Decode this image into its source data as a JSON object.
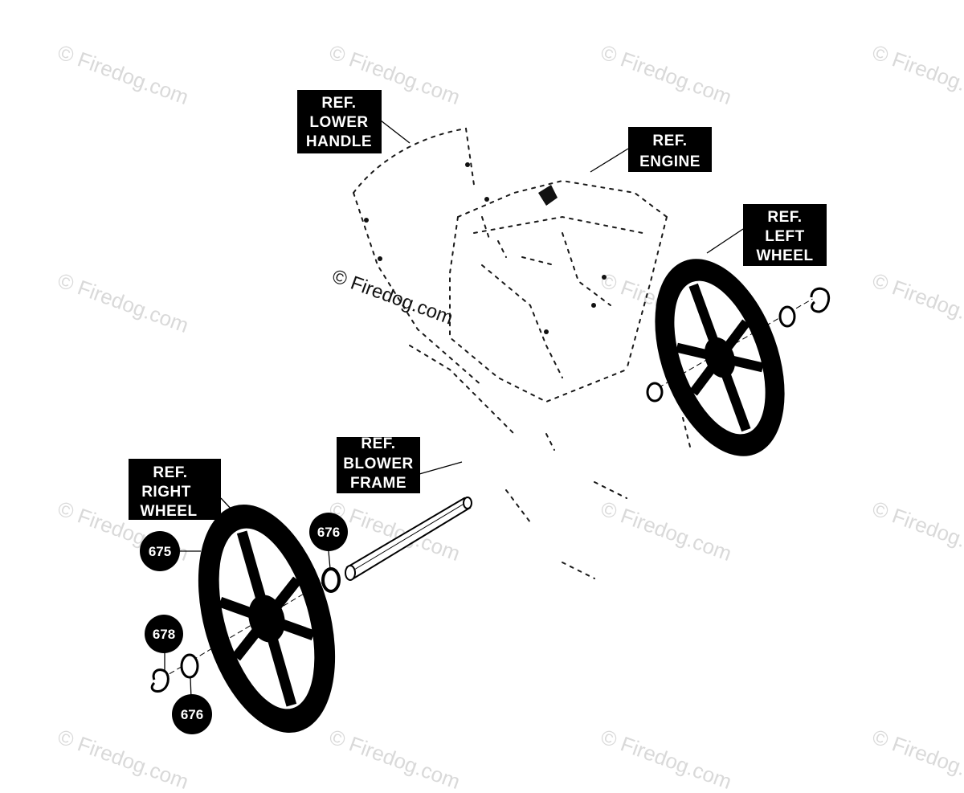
{
  "watermark": {
    "text": "© Firedog.com"
  },
  "ref_labels": {
    "lower_handle": [
      "REF.",
      "LOWER",
      "HANDLE"
    ],
    "engine": [
      "REF.",
      "ENGINE"
    ],
    "left_wheel": [
      "REF.",
      "LEFT",
      "WHEEL"
    ],
    "blower_frame": [
      "REF.",
      "BLOWER",
      "FRAME"
    ],
    "right_wheel": [
      "REF.",
      "RIGHT",
      "WHEEL"
    ]
  },
  "callouts": {
    "wheel": "675",
    "washer_top": "676",
    "retainer": "678",
    "washer_bottom": "676"
  },
  "colors": {
    "ink": "#000000",
    "watermark": "#d9d9d9",
    "background": "#ffffff"
  }
}
